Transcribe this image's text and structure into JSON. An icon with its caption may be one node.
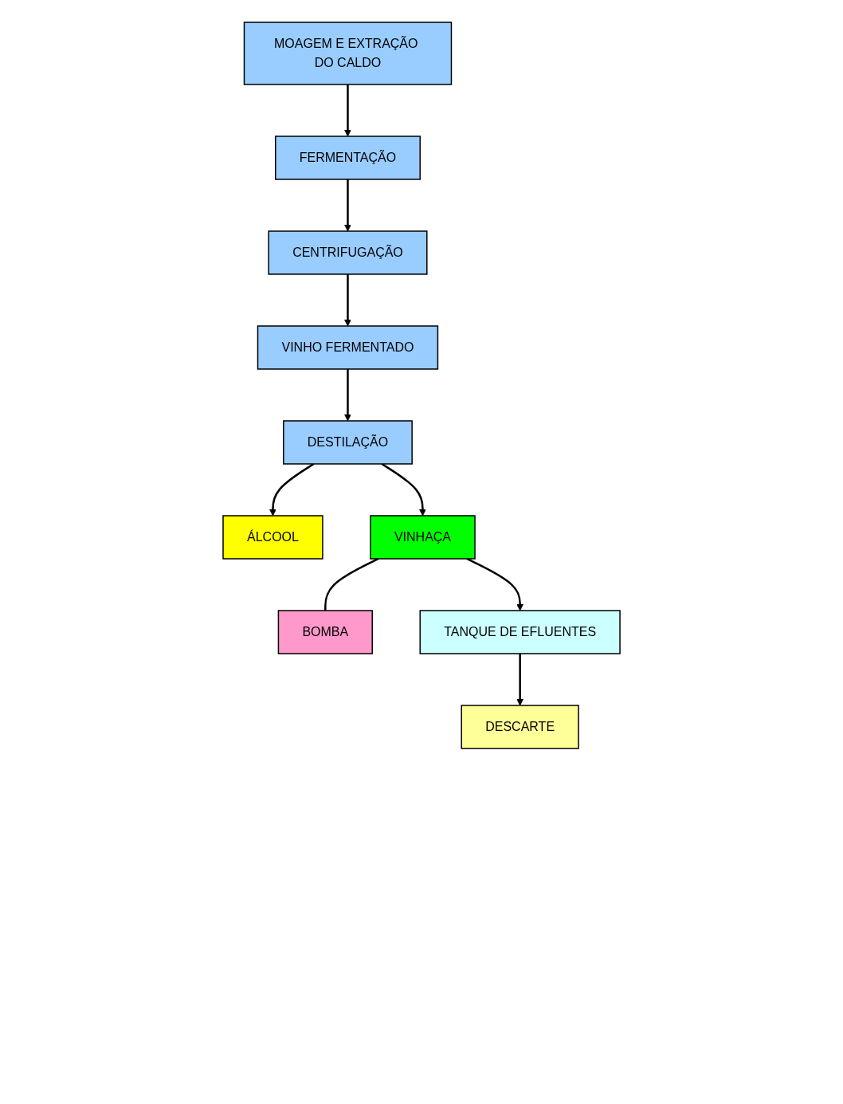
{
  "diagram": {
    "nodes": [
      {
        "text": [
          "MOAGEM E EXTRAÇÃO DO CALDO"
        ]
      },
      {
        "text": [
          "FERMENTAÇÃO"
        ]
      },
      {
        "text": [
          "CENTRIFUGAÇÃO"
        ]
      },
      {
        "text": [
          "VINHO FERMENTADO"
        ]
      },
      {
        "text": [
          "DESTILAÇÃO"
        ]
      },
      {
        "text": [
          "ÁLCOOL"
        ]
      },
      {
        "text": [
          "VINHAÇA"
        ]
      },
      {
        "text": [
          "BOMBA"
        ]
      },
      {
        "text": [
          "TANQUE DE EFLUENTES"
        ]
      },
      {
        "text": [
          "DESCARTE"
        ]
      }
    ],
    "edges": [
      {
        "from": 0,
        "to": 1,
        "arrow": "to"
      },
      {
        "from": 1,
        "to": 2,
        "arrow": "to"
      },
      {
        "from": 2,
        "to": 3,
        "arrow": "to"
      },
      {
        "from": 3,
        "to": 4,
        "arrow": "to"
      },
      {
        "from": 4,
        "to": 5,
        "arrow": "to"
      },
      {
        "from": 4,
        "to": 6,
        "arrow": "to"
      },
      {
        "from": 6,
        "to": 8,
        "arrow": "to"
      },
      {
        "from": 6,
        "to": 7,
        "arrow": "none"
      },
      {
        "from": 8,
        "to": 9,
        "arrow": "to"
      }
    ]
  }
}
